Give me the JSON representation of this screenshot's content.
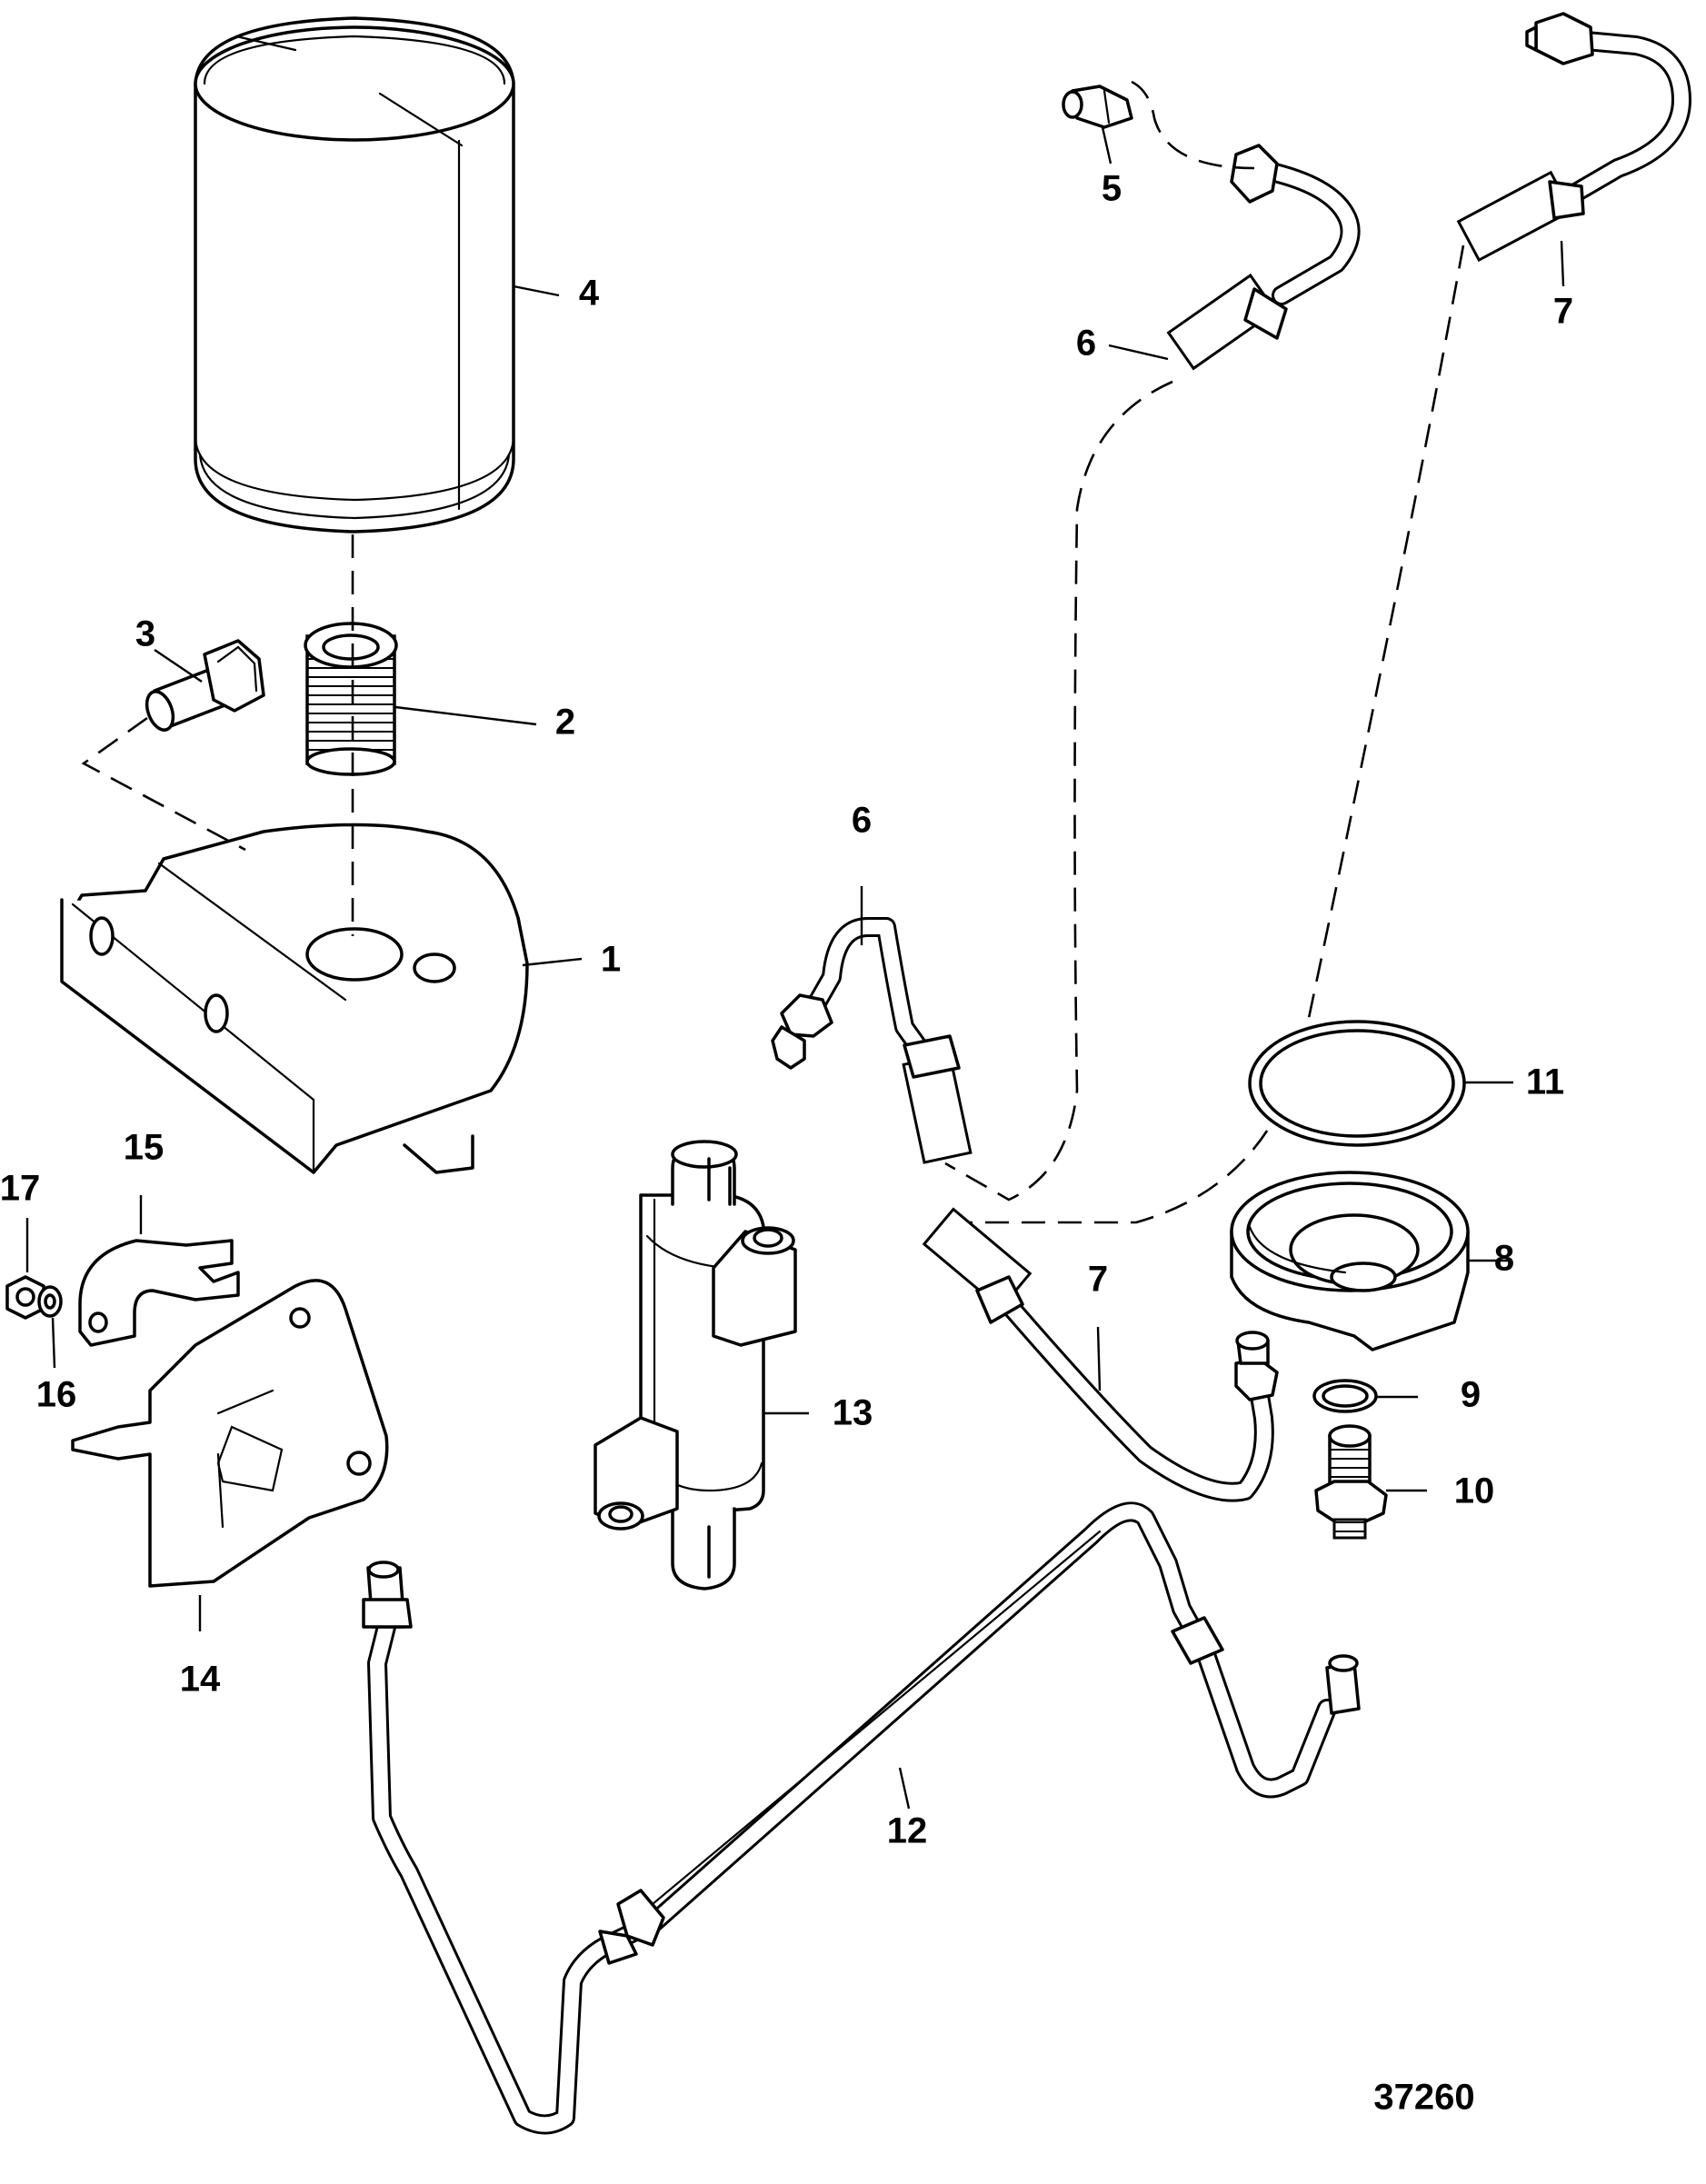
{
  "diagram": {
    "reference_number": "37260",
    "callouts": [
      {
        "id": "c1",
        "label": "1"
      },
      {
        "id": "c2",
        "label": "2"
      },
      {
        "id": "c3",
        "label": "3"
      },
      {
        "id": "c4",
        "label": "4"
      },
      {
        "id": "c5",
        "label": "5"
      },
      {
        "id": "c6a",
        "label": "6"
      },
      {
        "id": "c6b",
        "label": "6"
      },
      {
        "id": "c7a",
        "label": "7"
      },
      {
        "id": "c7b",
        "label": "7"
      },
      {
        "id": "c8",
        "label": "8"
      },
      {
        "id": "c9",
        "label": "9"
      },
      {
        "id": "c10",
        "label": "10"
      },
      {
        "id": "c11",
        "label": "11"
      },
      {
        "id": "c12",
        "label": "12"
      },
      {
        "id": "c13",
        "label": "13"
      },
      {
        "id": "c14",
        "label": "14"
      },
      {
        "id": "c15",
        "label": "15"
      },
      {
        "id": "c16",
        "label": "16"
      },
      {
        "id": "c17",
        "label": "17"
      }
    ],
    "colors": {
      "line": "#000000",
      "background": "#ffffff"
    }
  }
}
